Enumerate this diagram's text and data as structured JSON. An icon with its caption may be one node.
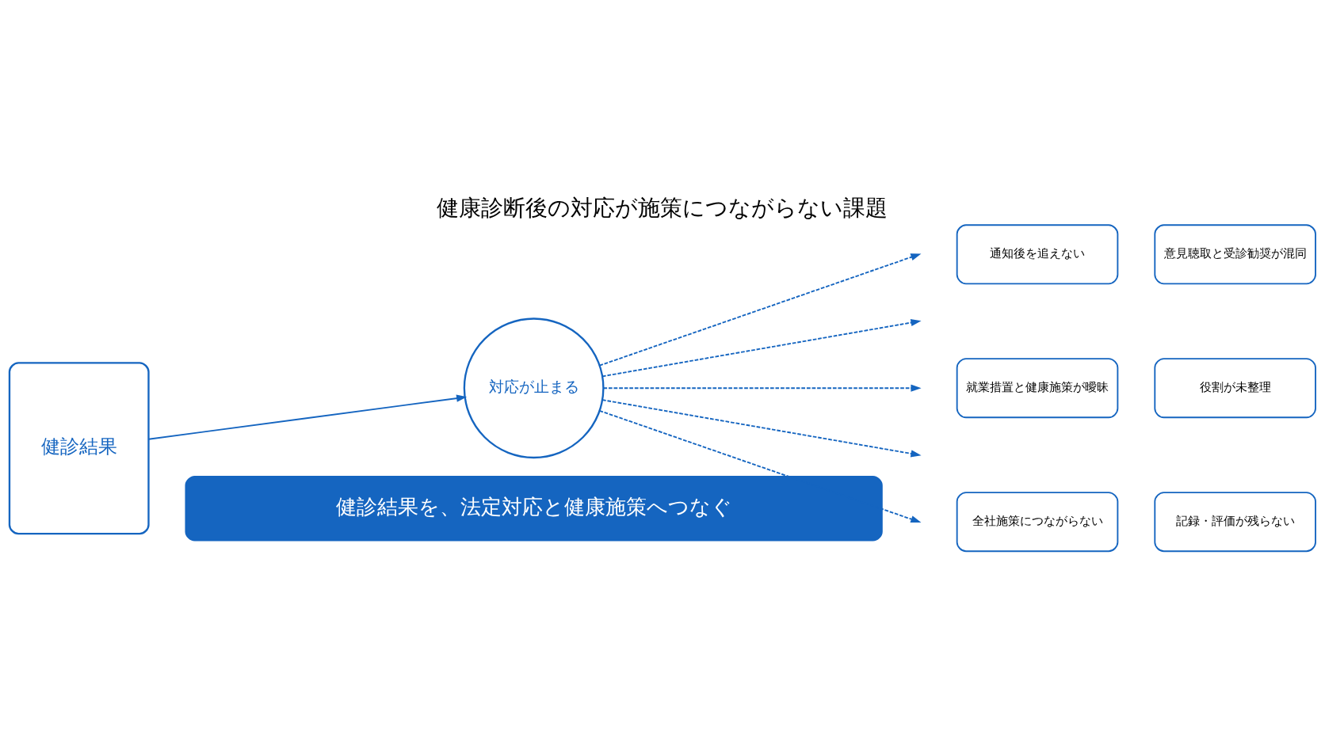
{
  "diagram": {
    "title": "健康診断後の対応が施策につながらない課題",
    "nodes": [
      {
        "text": [
          "健診結果"
        ]
      },
      {
        "text": [
          "対応が止まる"
        ]
      },
      {
        "text": [
          "通知後を追えない"
        ]
      },
      {
        "text": [
          "意見聴取と受診勧奨が混同"
        ]
      },
      {
        "text": [
          "就業措置と健康施策が曖昧"
        ]
      },
      {
        "text": [
          "役割が未整理"
        ]
      },
      {
        "text": [
          "全社施策につながらない"
        ]
      },
      {
        "text": [
          "記録・評価が残らない"
        ]
      },
      {
        "text": [
          "健診結果を、法定対応と健康施策へつなぐ"
        ]
      }
    ],
    "edges": [
      {
        "from": 0,
        "to": 1,
        "arrow": "to"
      },
      {
        "from": 1,
        "to": null,
        "arrow": "to",
        "style": "dashed"
      },
      {
        "from": 1,
        "to": null,
        "arrow": "to",
        "style": "dashed"
      },
      {
        "from": 1,
        "to": null,
        "arrow": "to",
        "style": "dashed"
      },
      {
        "from": 1,
        "to": null,
        "arrow": "to",
        "style": "dashed"
      },
      {
        "from": 1,
        "to": null,
        "arrow": "to",
        "style": "dashed"
      }
    ]
  }
}
